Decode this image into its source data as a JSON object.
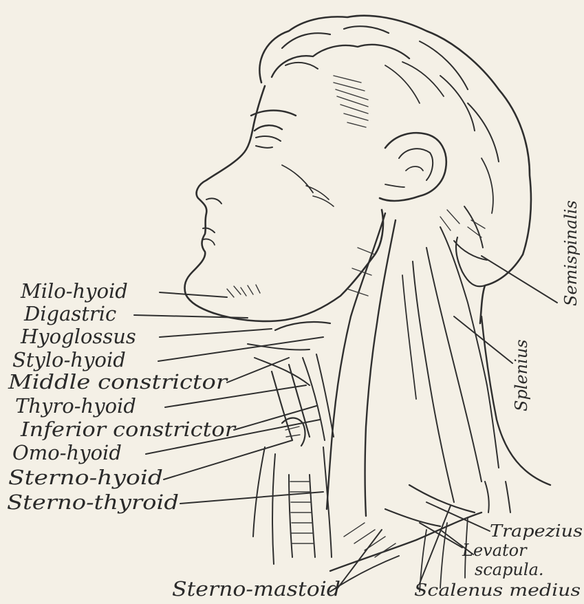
{
  "labels": {
    "milo_hyoid": "Milo-hyoid",
    "digastric": "Digastric",
    "hyoglossus": "Hyoglossus",
    "stylo_hyoid": "Stylo-hyoid",
    "middle_constrictor": "Middle constrictor",
    "thyro_hyoid": "Thyro-hyoid",
    "inferior_constrictor": "Inferior constrictor",
    "omo_hyoid": "Omo-hyoid",
    "sterno_hyoid": "Sterno-hyoid",
    "sterno_thyroid": "Sterno-thyroid",
    "semispinalis": "Semispinalis",
    "splenius": "Splenius",
    "trapezius": "Trapezius",
    "levator": "Levator",
    "scapula": "scapula.",
    "scalenus_medius": "Scalenus medius",
    "sterno_mastoid": "Sterno-mastoid"
  },
  "colors": {
    "paper": "#f4f0e6",
    "ink": "#2f2f2f"
  }
}
